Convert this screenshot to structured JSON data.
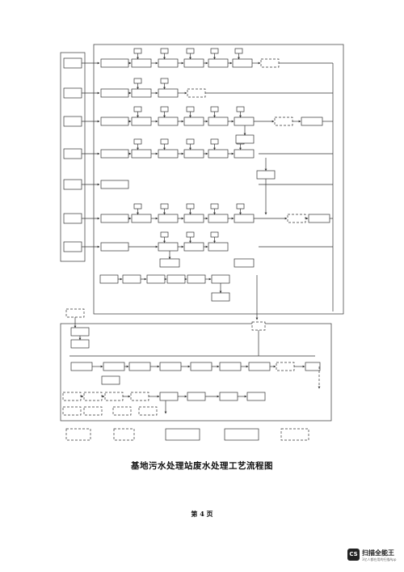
{
  "document": {
    "title": "基地污水处理站废水处理工艺流程图",
    "page": "第 4 页"
  },
  "scanner": {
    "logo": "CS",
    "brand": "扫描全能王",
    "subtitle": "3亿人都在用的扫描App"
  }
}
